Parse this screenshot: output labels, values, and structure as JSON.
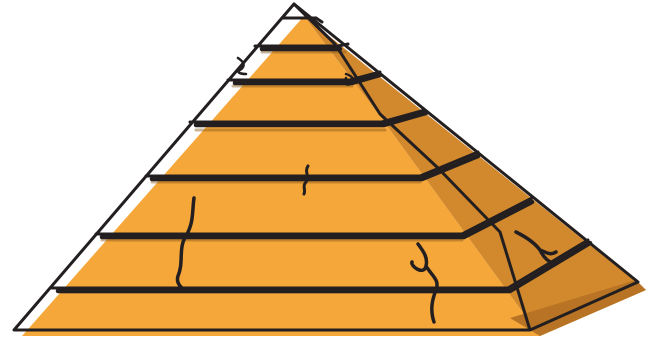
{
  "illustration": {
    "subject": "pyramid-clipart",
    "style": "hand-drawn cartoon with offset color fill",
    "block_rows": 6,
    "cracks": 6
  },
  "colors": {
    "background": "#ffffff",
    "front_face": "#F6A73A",
    "side_face": "#D2882C",
    "side_face_shadow": "#B87424",
    "outline": "#231F20",
    "band_shadow": "#8A5A1C"
  }
}
